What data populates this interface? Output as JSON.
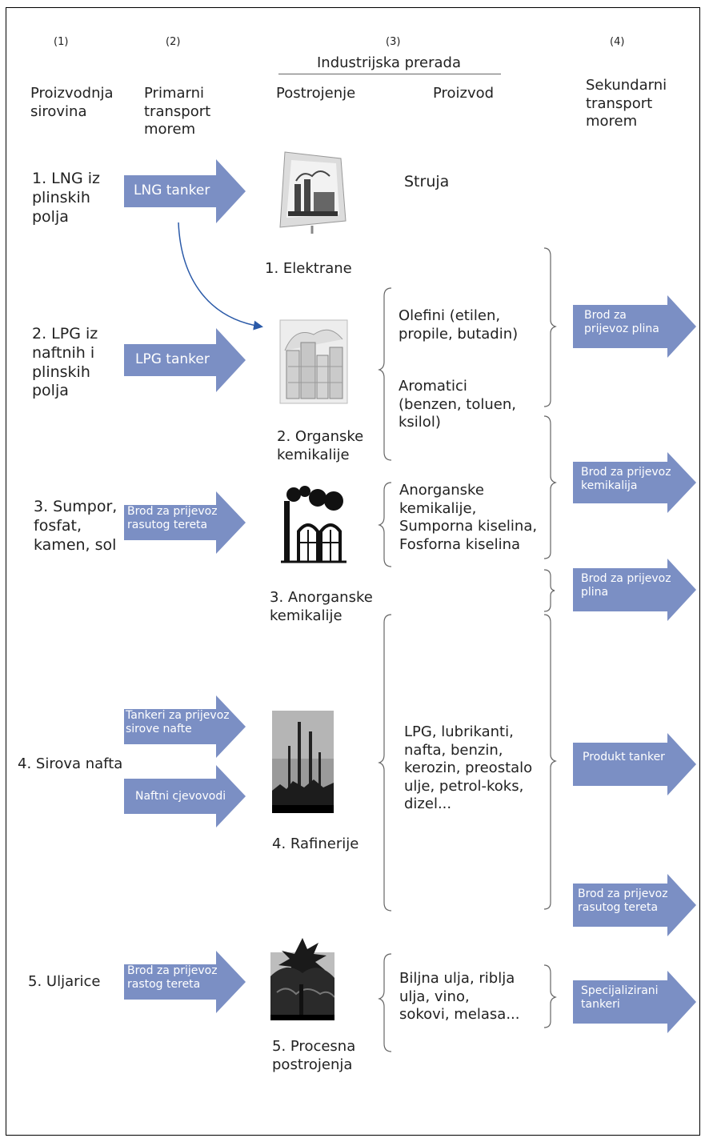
{
  "columns": {
    "c1_num": "(1)",
    "c2_num": "(2)",
    "c3_num": "(3)",
    "c4_num": "(4)",
    "c3_title": "Industrijska prerada",
    "c1_title": "Proizvodnja\nsirovina",
    "c2_title": "Primarni\ntransport\nmorem",
    "c3_sub1": "Postrojenje",
    "c3_sub2": "Proizvod",
    "c4_title": "Sekundarni\ntransport\nmorem"
  },
  "raw": {
    "r1": "1. LNG iz\nplinskih\npolja",
    "r2": "2. LPG iz\nnaftnih i\nplinskih\npolja",
    "r3": "3. Sumpor,\nfosfat,\nkamen, sol",
    "r4": "4. Sirova nafta",
    "r5": "5. Uljarice"
  },
  "primary": {
    "a1": "LNG tanker",
    "a2": "LPG tanker",
    "a3": "Brod za prijevoz\nrasutog tereta",
    "a4a": "Tankeri za prijevoz\nsirove nafte",
    "a4b": "Naftni cjevovodi",
    "a5": "Brod za prijevoz\nrastog tereta"
  },
  "plants": {
    "p1": "1. Elektrane",
    "p2": "2. Organske\nkemikalije",
    "p3": "3. Anorganske\nkemikalije",
    "p4": "4. Rafinerije",
    "p5": "5. Procesna\npostrojenja"
  },
  "products": {
    "struja": "Struja",
    "olefini": "Olefini (etilen,\npropile, butadin)",
    "aromatici": "Aromatici\n(benzen, toluen,\nksilol)",
    "anorganske": "Anorganske\nkemikalije,\nSumporna kiselina,\nFosforna kiselina",
    "rafinerija": "LPG, lubrikanti,\nnafta, benzin,\nkerozin, preostalo\nulje, petrol-koks,\ndizel...",
    "procesna": "Biljna ulja, riblja\nulja, vino,\nsokovi, melasa..."
  },
  "secondary": {
    "s1": "Brod za\nprijevoz plina",
    "s2": "Brod za prijevoz\nkemikalija",
    "s3": "Brod za prijevoz\nplina",
    "s4": "Produkt tanker",
    "s5": "Brod za prijevoz\nrasutog tereta",
    "s6": "Specijalizirani\ntankeri"
  },
  "colors": {
    "arrow": "#7b8fc4",
    "connector": "#2b5aa8",
    "brace": "#666666"
  }
}
